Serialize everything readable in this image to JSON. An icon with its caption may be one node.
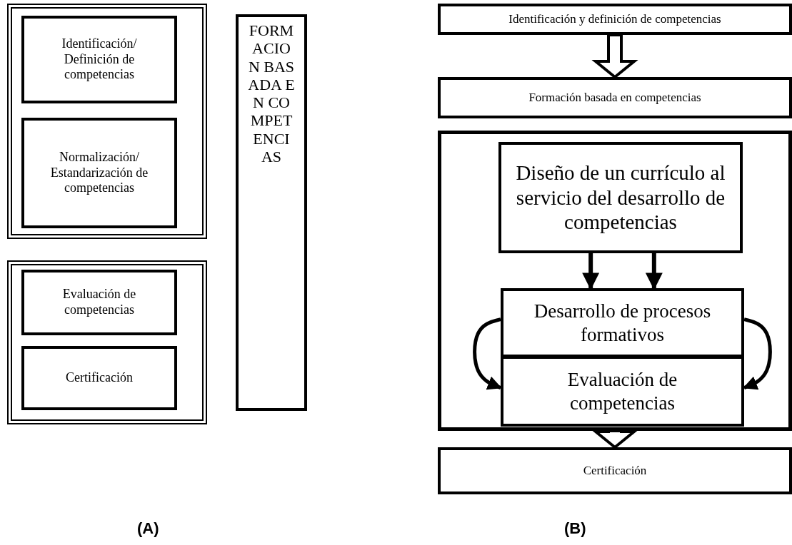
{
  "diagram": {
    "nodes": [
      {
        "text": [],
        "shape": "box"
      },
      {
        "text": [
          "Identificación/ Definición de competencias"
        ],
        "in": 0
      },
      {
        "text": [
          "Normalización/ Estandarización de competencias"
        ],
        "in": 0
      },
      {
        "text": [],
        "shape": "box"
      },
      {
        "text": [
          "Evaluación de competencias"
        ],
        "in": 3
      },
      {
        "text": [
          "Certificación"
        ],
        "in": 3
      },
      {
        "text": [
          "FORMACION BASADA EN COMPETENCIAS"
        ]
      },
      {
        "text": [
          "Identificación y definición de competencias"
        ]
      },
      {
        "text": [
          "Formación basada en competencias"
        ]
      },
      {
        "text": [],
        "shape": "box"
      },
      {
        "text": [
          "Diseño de un currículo al servicio del desarrollo de competencias"
        ],
        "in": 9
      },
      {
        "text": [
          "Desarrollo de procesos formativos"
        ],
        "in": 9
      },
      {
        "text": [
          "Evaluación de competencias"
        ],
        "in": 9
      },
      {
        "text": [
          "Certificación"
        ]
      }
    ],
    "edges": [
      {
        "from": 7,
        "to": 8,
        "arrow": "to",
        "style": "thick"
      },
      {
        "from": 10,
        "to": 11,
        "arrow": "to"
      },
      {
        "from": 10,
        "to": 11,
        "arrow": "to"
      },
      {
        "from": 11,
        "to": 12,
        "arrow": "to"
      },
      {
        "from": 11,
        "to": 12,
        "arrow": "to"
      },
      {
        "from": 9,
        "to": 13,
        "arrow": "to",
        "style": "thick"
      }
    ],
    "labels": [
      "(A)",
      "(B)"
    ]
  }
}
